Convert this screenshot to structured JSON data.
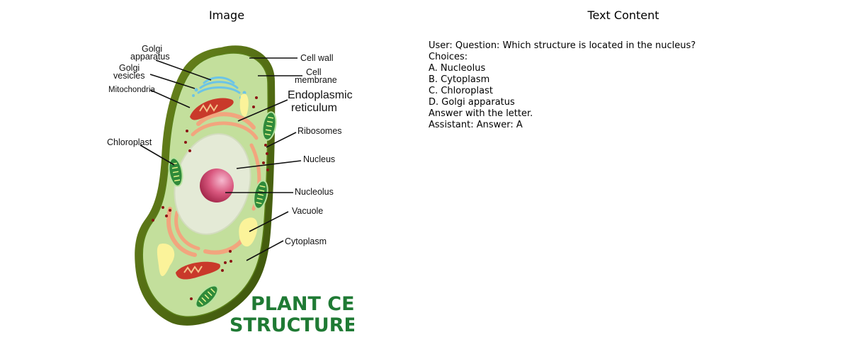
{
  "panels": {
    "left_title": "Image",
    "right_title": "Text Content"
  },
  "diagram": {
    "labels": {
      "golgi_apparatus_1": "Golgi",
      "golgi_apparatus_2": "apparatus",
      "golgi_vesicles_1": "Golgi",
      "golgi_vesicles_2": "vesicles",
      "mitochondria": "Mitochondria",
      "chloroplast": "Chloroplast",
      "cell_wall": "Cell wall",
      "cell_membrane_1": "Cell",
      "cell_membrane_2": "membrane",
      "er_1": "Endoplasmic",
      "er_2": "reticulum",
      "ribosomes": "Ribosomes",
      "nucleus": "Nucleus",
      "nucleolus": "Nucleolus",
      "vacuole": "Vacuole",
      "cytoplasm": "Cytoplasm"
    },
    "brand_line1": "PLANT CELL",
    "brand_line2": "STRUCTURE",
    "colors": {
      "wall": "#4f6b12",
      "cytoplasm": "#c3df9c",
      "nucleus": "#e4ead6",
      "nucleolus": "#c8456e",
      "er": "#f2a57e",
      "mitochondria": "#c9392a",
      "chloroplast": "#2f8a3a",
      "vacuole": "#fbf39a",
      "golgi": "#6cc4e6",
      "brand": "#1f7a34"
    }
  },
  "text_content": {
    "lines": [
      "User: Question: Which structure is located in the nucleus?",
      "Choices:",
      "A. Nucleolus",
      "B. Cytoplasm",
      "C. Chloroplast",
      "D. Golgi apparatus",
      "Answer with the letter.",
      "Assistant: Answer: A"
    ]
  }
}
